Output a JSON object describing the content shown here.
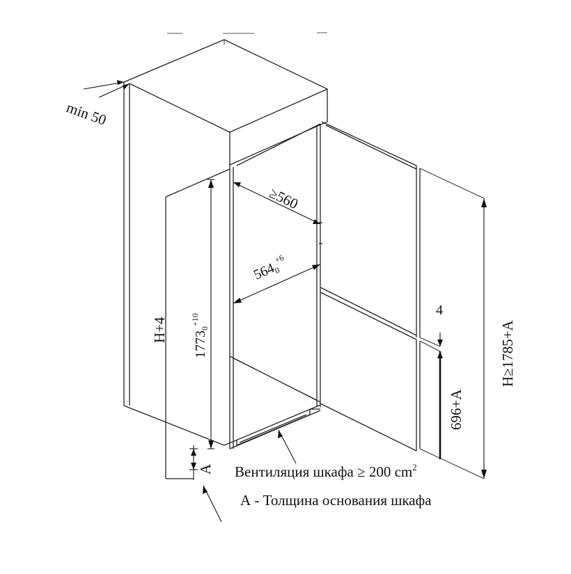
{
  "labels": {
    "min_gap": "min 50",
    "niche_depth": "≥560",
    "unit_depth_base": "564",
    "unit_depth_sub": "0",
    "unit_depth_sup": "+6",
    "unit_height_base": "1773",
    "unit_height_sub": "0",
    "unit_height_sup": "+10",
    "niche_height": "H+4",
    "total_height": "H≥1785+A",
    "door_gap": "4",
    "lower_door": "696+A",
    "base": "A",
    "ventilation_text": "Вентиляция шкафа ≥ 200 cm",
    "ventilation_sup": "2",
    "legend_a": "А - Толщина основания шкафа"
  }
}
